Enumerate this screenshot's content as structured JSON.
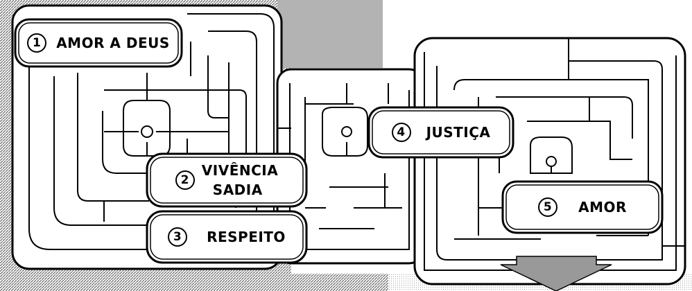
{
  "diagram": {
    "steps": [
      {
        "number": "1",
        "text": "AMOR A DEUS"
      },
      {
        "number": "2",
        "line1": "VIVÊNCIA",
        "line2": "SADIA"
      },
      {
        "number": "3",
        "text": "RESPEITO"
      },
      {
        "number": "4",
        "text": "JUSTIÇA"
      },
      {
        "number": "5",
        "text": "AMOR"
      }
    ]
  },
  "colors": {
    "hatch": "#8a8a8a",
    "panel_grey": "#b3b3b3",
    "line": "#000000",
    "arrow": "#999999"
  }
}
